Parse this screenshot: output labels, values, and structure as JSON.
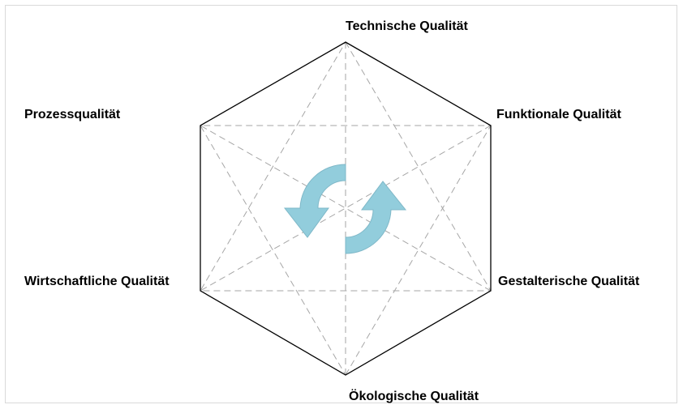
{
  "diagram": {
    "labels": {
      "top": "Technische Qualität",
      "top_right": "Funktionale Qualität",
      "bottom_right": "Gestalterische Qualität",
      "bottom": "Ökologische Qualität",
      "bottom_left": "Wirtschaftliche Qualität",
      "top_left": "Prozessqualität"
    },
    "colors": {
      "hexagon_outline": "#000000",
      "dashed_lines": "#a6a6a6",
      "arrows_fill": "#92cddc",
      "arrows_stroke": "#7fb8c8"
    },
    "icons": [
      "cycle-arrows-icon"
    ]
  }
}
